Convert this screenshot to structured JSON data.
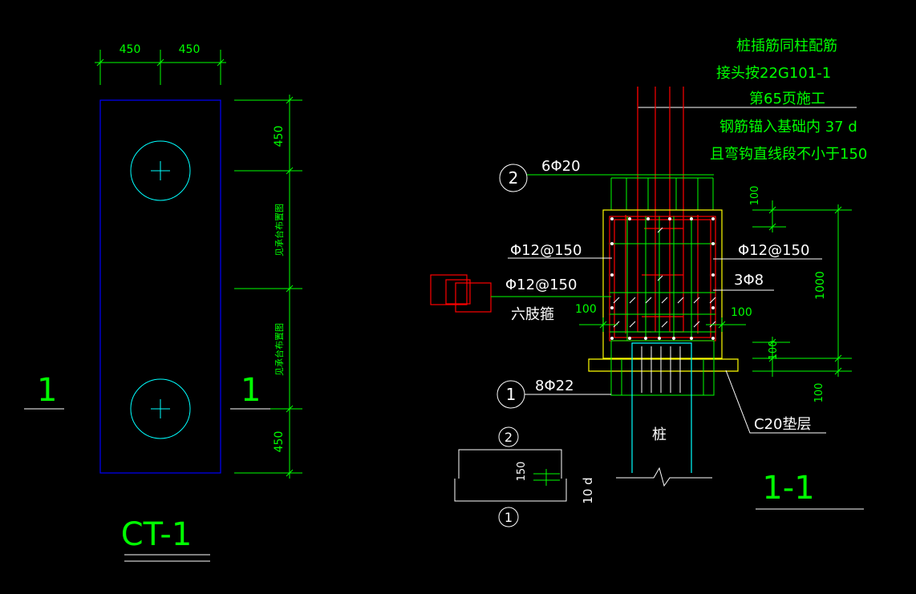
{
  "plan": {
    "dims_top": [
      "450",
      "450"
    ],
    "dims_right": [
      "450",
      "见承台布置图",
      "见承台布置图",
      "450"
    ],
    "section_mark_left": "1",
    "section_mark_right": "1",
    "title": "CT-1"
  },
  "notes": {
    "line1": "桩插筋同柱配筋",
    "line2": "接头按22G101-1",
    "line3": "第65页施工",
    "line4": "钢筋锚入基础内 37 d",
    "line5": "且弯钩直线段不小于150"
  },
  "section": {
    "bubble_2": "2",
    "rebar_2": "6Φ20",
    "left_stirrup": "Φ12@150",
    "right_stirrup": "Φ12@150",
    "right_bars": "3Φ8",
    "mid_stirrup": "Φ12@150",
    "six_leg": "六肢箍",
    "cover_left": "100",
    "cover_right": "100",
    "dim_top": "100",
    "dim_height": "1000",
    "dim_bot1": "100",
    "dim_bot2": "100",
    "bubble_1": "1",
    "rebar_1": "8Φ22",
    "pile_label": "桩",
    "cushion": "C20垫层",
    "title": "1-1"
  },
  "detail": {
    "bubble_2": "2",
    "dim_150": "150",
    "bubble_1": "1",
    "dim_10d": "10 d"
  },
  "colors": {
    "background": "#000000",
    "dimension": "#00ff00",
    "outline_blue": "#0000ff",
    "pile_cyan": "#00ffff",
    "rebar_red": "#ff0000",
    "concrete_yellow": "#ffff00",
    "text_white": "#ffffff"
  }
}
